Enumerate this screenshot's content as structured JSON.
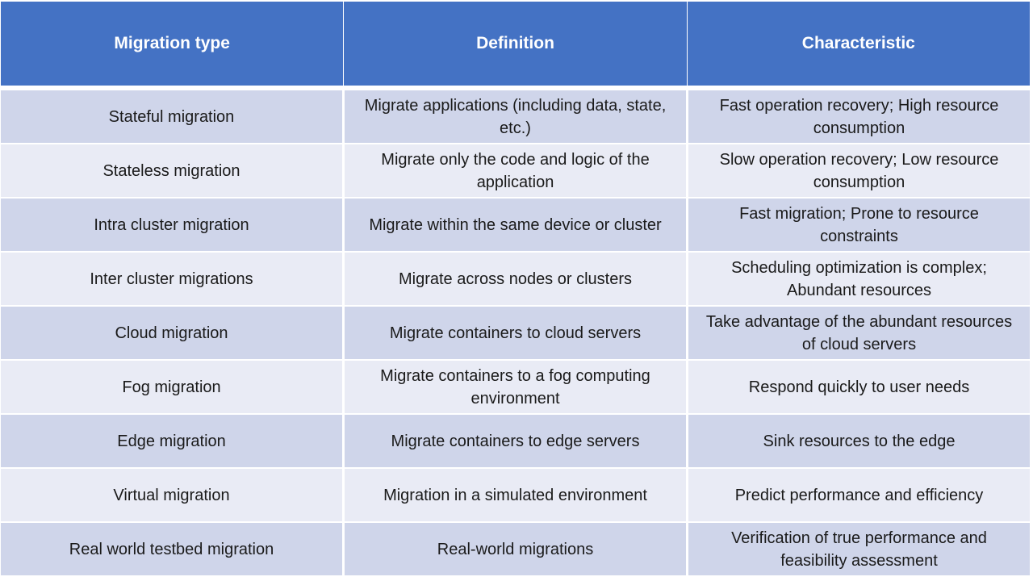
{
  "slide": {
    "background": "#FFFFFF"
  },
  "table": {
    "columns": [
      "Migration type",
      "Definition",
      "Characteristic"
    ],
    "rows": [
      [
        "Stateful migration",
        "Migrate applications (including data, state, etc.)",
        "Fast operation recovery; High resource consumption"
      ],
      [
        "Stateless migration",
        "Migrate only the code and logic of the application",
        "Slow operation recovery; Low resource consumption"
      ],
      [
        "Intra cluster migration",
        "Migrate within the same device or cluster",
        "Fast migration; Prone to resource constraints"
      ],
      [
        "Inter cluster migrations",
        "Migrate across nodes or clusters",
        "Scheduling optimization is complex; Abundant resources"
      ],
      [
        "Cloud migration",
        "Migrate containers to cloud servers",
        "Take advantage of the abundant resources of cloud servers"
      ],
      [
        "Fog migration",
        "Migrate containers to a fog computing environment",
        "Respond quickly to user needs"
      ],
      [
        "Edge migration",
        "Migrate containers to edge  servers",
        "Sink resources to the edge"
      ],
      [
        "Virtual migration",
        "Migration in a simulated environment",
        "Predict performance and efficiency"
      ],
      [
        "Real world testbed migration",
        "Real-world migrations",
        "Verification of true performance and feasibility assessment"
      ]
    ],
    "colors": {
      "header_bg": "#4472C4",
      "header_text": "#FFFFFF",
      "row_band_dark": "#CFD5EA",
      "row_band_light": "#E9EBF5",
      "body_text": "#1A1A1A"
    }
  }
}
